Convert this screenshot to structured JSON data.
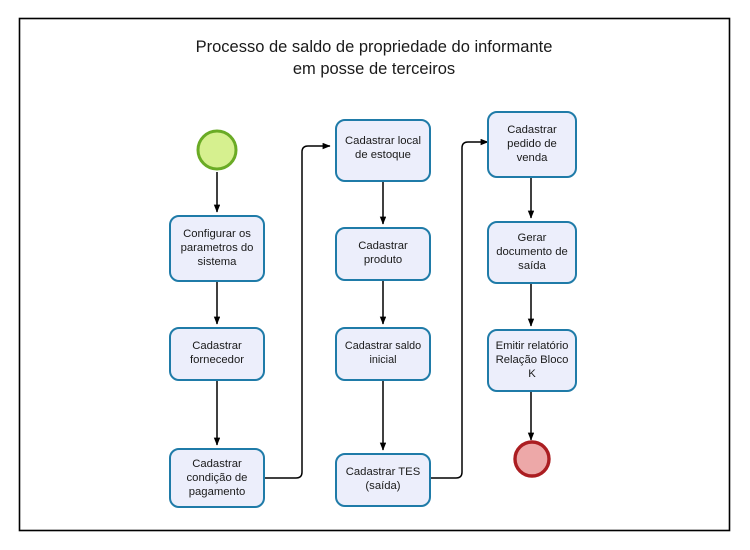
{
  "diagram": {
    "title_line1": "Processo de saldo de propriedade do informante",
    "title_line2": "em posse de terceiros",
    "colors": {
      "frame_border": "#000000",
      "box_fill": "#eceefb",
      "box_border": "#1f7ba8",
      "start_fill": "#d6f08f",
      "start_border": "#6aab25",
      "end_fill": "#eda8a8",
      "end_border": "#ab1d21",
      "connector": "#000000",
      "text": "#1a1a1a"
    },
    "nodes": {
      "start": {
        "type": "start-event",
        "label": ""
      },
      "end": {
        "type": "end-event",
        "label": ""
      },
      "n1": {
        "type": "task",
        "lines": [
          "Configurar os",
          "parametros do",
          "sistema"
        ]
      },
      "n2": {
        "type": "task",
        "lines": [
          "Cadastrar",
          "fornecedor"
        ]
      },
      "n3": {
        "type": "task",
        "lines": [
          "Cadastrar",
          "condição de",
          "pagamento"
        ]
      },
      "n4": {
        "type": "task",
        "lines": [
          "Cadastrar local",
          "de estoque"
        ]
      },
      "n5": {
        "type": "task",
        "lines": [
          "Cadastrar",
          "produto"
        ]
      },
      "n6": {
        "type": "task",
        "lines": [
          "Cadastrar saldo",
          "inicial"
        ]
      },
      "n7": {
        "type": "task",
        "lines": [
          "Cadastrar TES",
          "(saída)"
        ]
      },
      "n8": {
        "type": "task",
        "lines": [
          "Cadastrar",
          "pedido de",
          "venda"
        ]
      },
      "n9": {
        "type": "task",
        "lines": [
          "Gerar",
          "documento de",
          "saída"
        ]
      },
      "n10": {
        "type": "task",
        "lines": [
          "Emitir relatório",
          "Relação Bloco",
          "K"
        ]
      }
    },
    "flow": [
      {
        "from": "start",
        "to": "n1"
      },
      {
        "from": "n1",
        "to": "n2"
      },
      {
        "from": "n2",
        "to": "n3"
      },
      {
        "from": "n3",
        "to": "n4"
      },
      {
        "from": "n4",
        "to": "n5"
      },
      {
        "from": "n5",
        "to": "n6"
      },
      {
        "from": "n6",
        "to": "n7"
      },
      {
        "from": "n7",
        "to": "n8"
      },
      {
        "from": "n8",
        "to": "n9"
      },
      {
        "from": "n9",
        "to": "n10"
      },
      {
        "from": "n10",
        "to": "end"
      }
    ]
  }
}
